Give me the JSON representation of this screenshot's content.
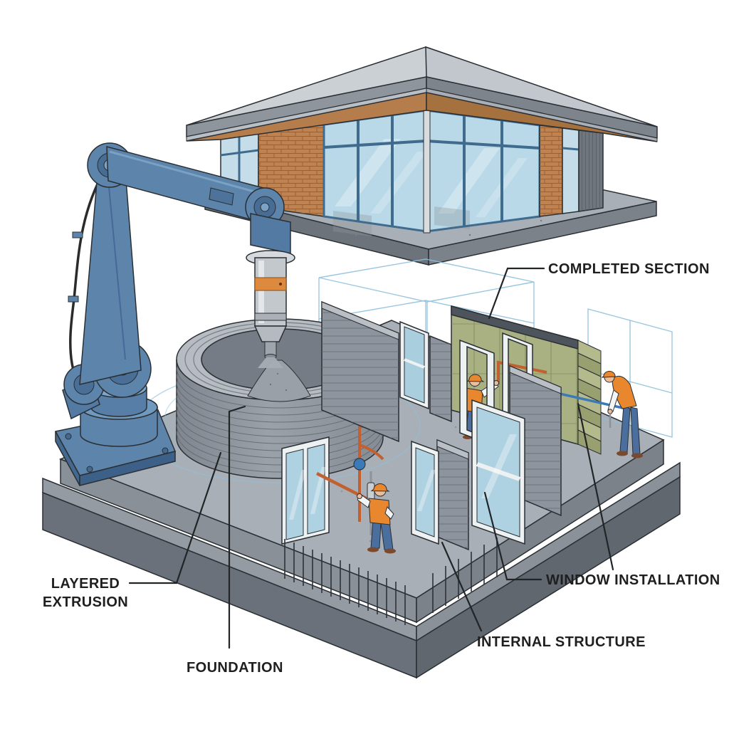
{
  "title": "3D-printed construction process diagram",
  "labels": {
    "completed_section": "COMPLETED SECTION",
    "layered_extrusion_line1": "LAYERED",
    "layered_extrusion_line2": "EXTRUSION",
    "foundation": "FOUNDATION",
    "window_installation": "WINDOW INSTALLATION",
    "internal_structure": "INTERNAL STRUCTURE"
  },
  "colors": {
    "background": "#ffffff",
    "robot_arm": "#5d84ab",
    "robot_arm_dark": "#44688f",
    "robot_arm_light": "#7aa0c4",
    "extruder_body": "#c3c8cd",
    "extruder_band": "#dd8a3f",
    "concrete_wall": "#9098a0",
    "concrete_line": "#62686f",
    "platform_top": "#a9afb6",
    "platform_side": "#8a9098",
    "platform_base": "#6b717b",
    "completed_wall_green": "#a9b183",
    "house_roof": "#cbd0d5",
    "house_fascia": "#8e959d",
    "house_soffit": "#b57c4c",
    "house_brick": "#bf8352",
    "glass": "#b9d9e8",
    "window_frame": "#eef1f2",
    "mullion": "#3f6b8e",
    "wireframe": "#8fc0dc",
    "pipe_orange": "#c2602f",
    "pipe_blue": "#3a7ab8",
    "worker_vest": "#e8872e",
    "worker_jeans": "#4a6e9e",
    "label_text": "#1f1f1f"
  }
}
